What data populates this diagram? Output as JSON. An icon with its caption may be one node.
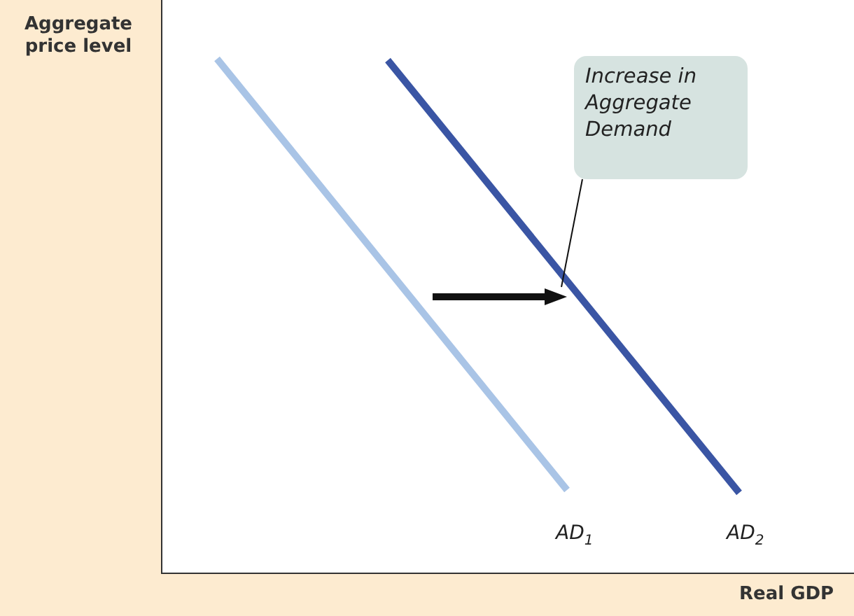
{
  "diagram": {
    "nodes": [
      {
        "text": [
          "Increase in Aggregate Demand"
        ]
      },
      {
        "text": [],
        "shape": "arrow"
      }
    ],
    "edges": [
      {
        "from": 0,
        "to": 1,
        "arrow": "none"
      }
    ],
    "labels": [
      "Aggregate price level",
      "AD$_{1}$",
      "AD$_{2}$",
      "Real GDP"
    ]
  }
}
